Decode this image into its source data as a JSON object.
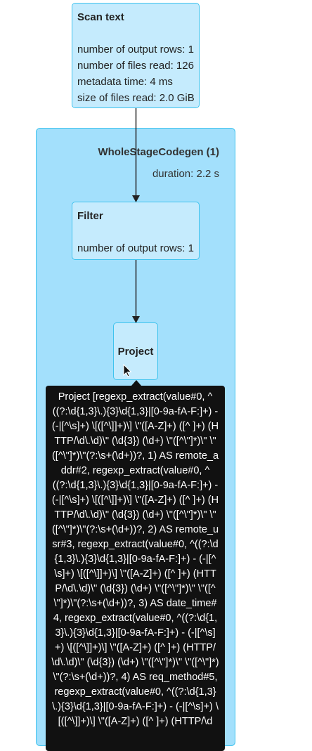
{
  "scan": {
    "title": "Scan text",
    "metrics": [
      "number of output rows: 1",
      "number of files read: 126",
      "metadata time: 4 ms",
      "size of files read: 2.0 GiB"
    ]
  },
  "codegen": {
    "title": "WholeStageCodegen (1)",
    "duration": "duration: 2.2 s"
  },
  "filter": {
    "title": "Filter",
    "metric": "number of output rows: 1"
  },
  "project": {
    "title": "Project"
  },
  "tooltip": {
    "text": "Project [regexp_extract(value#0, ^((?:\\d{1,3}\\.){3}\\d{1,3}|[0-9a-fA-F:]+) - (-|[^\\s]+) \\[([^\\]]+)\\] \\\"([A-Z]+) ([^ ]+) (HTTP/\\d\\.\\d)\\\" (\\d{3}) (\\d+) \\\"([^\\\"]*)\\\" \\\"([^\\\"]*)\\\"(?:\\s+(\\d+))?, 1) AS remote_addr#2, regexp_extract(value#0, ^((?:\\d{1,3}\\.){3}\\d{1,3}|[0-9a-fA-F:]+) - (-|[^\\s]+) \\[([^\\]]+)\\] \\\"([A-Z]+) ([^ ]+) (HTTP/\\d\\.\\d)\\\" (\\d{3}) (\\d+) \\\"([^\\\"]*)\\\" \\\"([^\\\"]*)\\\"(?:\\s+(\\d+))?, 2) AS remote_usr#3, regexp_extract(value#0, ^((?:\\d{1,3}\\.){3}\\d{1,3}|[0-9a-fA-F:]+) - (-|[^\\s]+) \\[([^\\]]+)\\] \\\"([A-Z]+) ([^ ]+) (HTTP/\\d\\.\\d)\\\" (\\d{3}) (\\d+) \\\"([^\\\"]*)\\\" \\\"([^\\\"]*)\\\"(?:\\s+(\\d+))?, 3) AS date_time#4, regexp_extract(value#0, ^((?:\\d{1,3}\\.){3}\\d{1,3}|[0-9a-fA-F:]+) - (-|[^\\s]+) \\[([^\\]]+)\\] \\\"([A-Z]+) ([^ ]+) (HTTP/\\d\\.\\d)\\\" (\\d{3}) (\\d+) \\\"([^\\\"]*)\\\" \\\"([^\\\"]*)\\\"(?:\\s+(\\d+))?, 4) AS req_method#5, regexp_extract(value#0, ^((?:\\d{1,3}\\.){3}\\d{1,3}|[0-9a-fA-F:]+) - (-|[^\\s]+) \\[([^\\]]+)\\] \\\"([A-Z]+) ([^ ]+) (HTTP/\\d"
  }
}
